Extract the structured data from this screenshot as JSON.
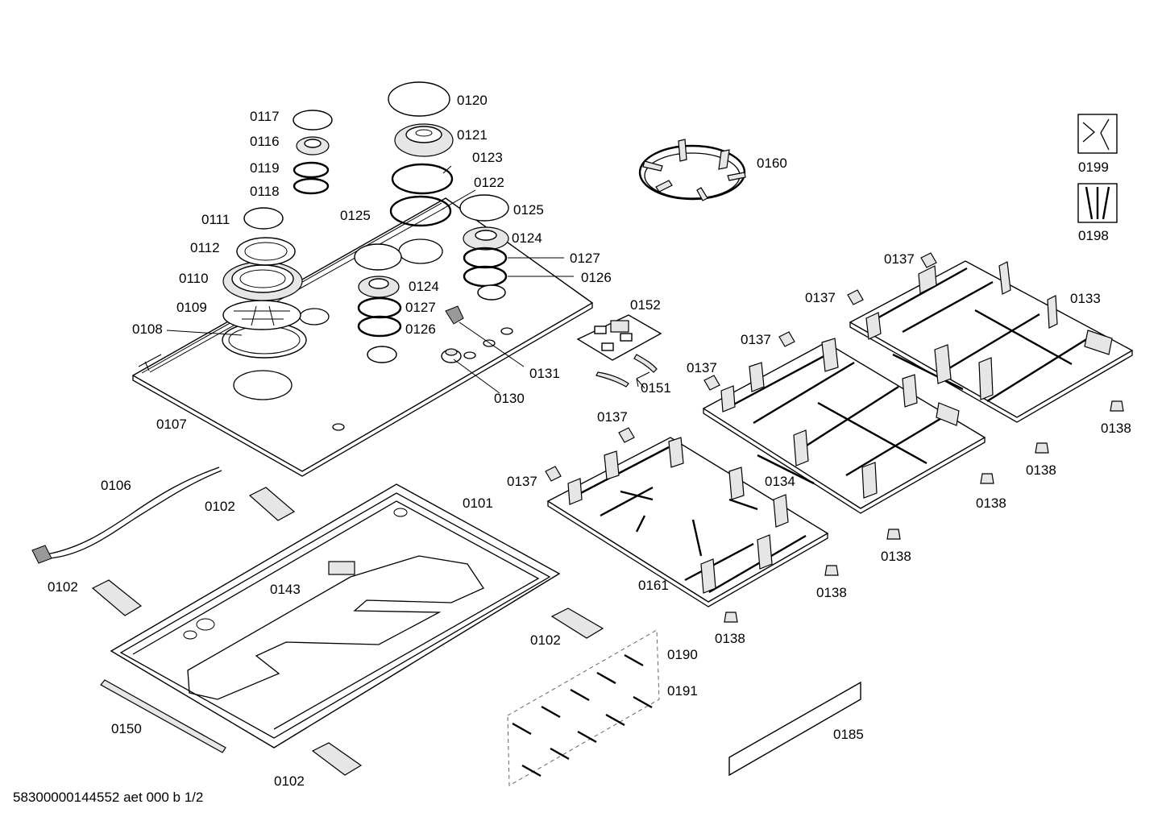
{
  "footer": "58300000144552 aet 000 b 1/2",
  "labels": {
    "p0101": "0101",
    "p0102": "0102",
    "p0106": "0106",
    "p0107": "0107",
    "p0108": "0108",
    "p0109": "0109",
    "p0110": "0110",
    "p0111": "0111",
    "p0112": "0112",
    "p0116": "0116",
    "p0117": "0117",
    "p0118": "0118",
    "p0119": "0119",
    "p0120": "0120",
    "p0121": "0121",
    "p0122": "0122",
    "p0123": "0123",
    "p0124": "0124",
    "p0125": "0125",
    "p0126": "0126",
    "p0127": "0127",
    "p0130": "0130",
    "p0131": "0131",
    "p0133": "0133",
    "p0134": "0134",
    "p0137": "0137",
    "p0138": "0138",
    "p0143": "0143",
    "p0150": "0150",
    "p0151": "0151",
    "p0152": "0152",
    "p0160": "0160",
    "p0161": "0161",
    "p0185": "0185",
    "p0190": "0190",
    "p0191": "0191",
    "p0198": "0198",
    "p0199": "0199"
  },
  "icons": [
    "wrench-tool-icon",
    "screws-icon"
  ]
}
